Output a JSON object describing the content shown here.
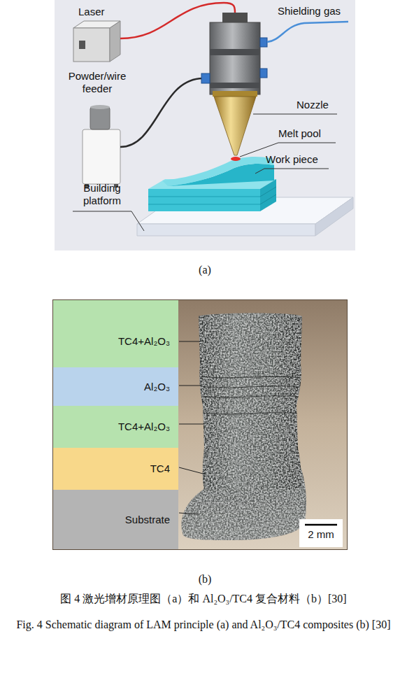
{
  "diagram": {
    "caption": "图 4 激光增材原理图（a）和 Al₂O₃/TC4 复合材料（b）[30]",
    "nodes": [
      {
        "text": [
          "TC4+Al₂O₃"
        ]
      },
      {
        "text": [
          "Al₂O₃"
        ]
      },
      {
        "text": [
          "TC4+Al₂O₃"
        ]
      },
      {
        "text": [
          "TC4"
        ]
      },
      {
        "text": [
          "Substrate"
        ]
      }
    ],
    "labels": [
      "Laser",
      "Shielding gas",
      "Powder/wire feeder",
      "Nozzle",
      "Melt pool",
      "Work piece",
      "Building platform",
      "(a)",
      "2 mm",
      "(b)",
      "Fig. 4 Schematic diagram of LAM principle (a) and Al₂O₃/TC4 composites (b) [30]"
    ]
  }
}
